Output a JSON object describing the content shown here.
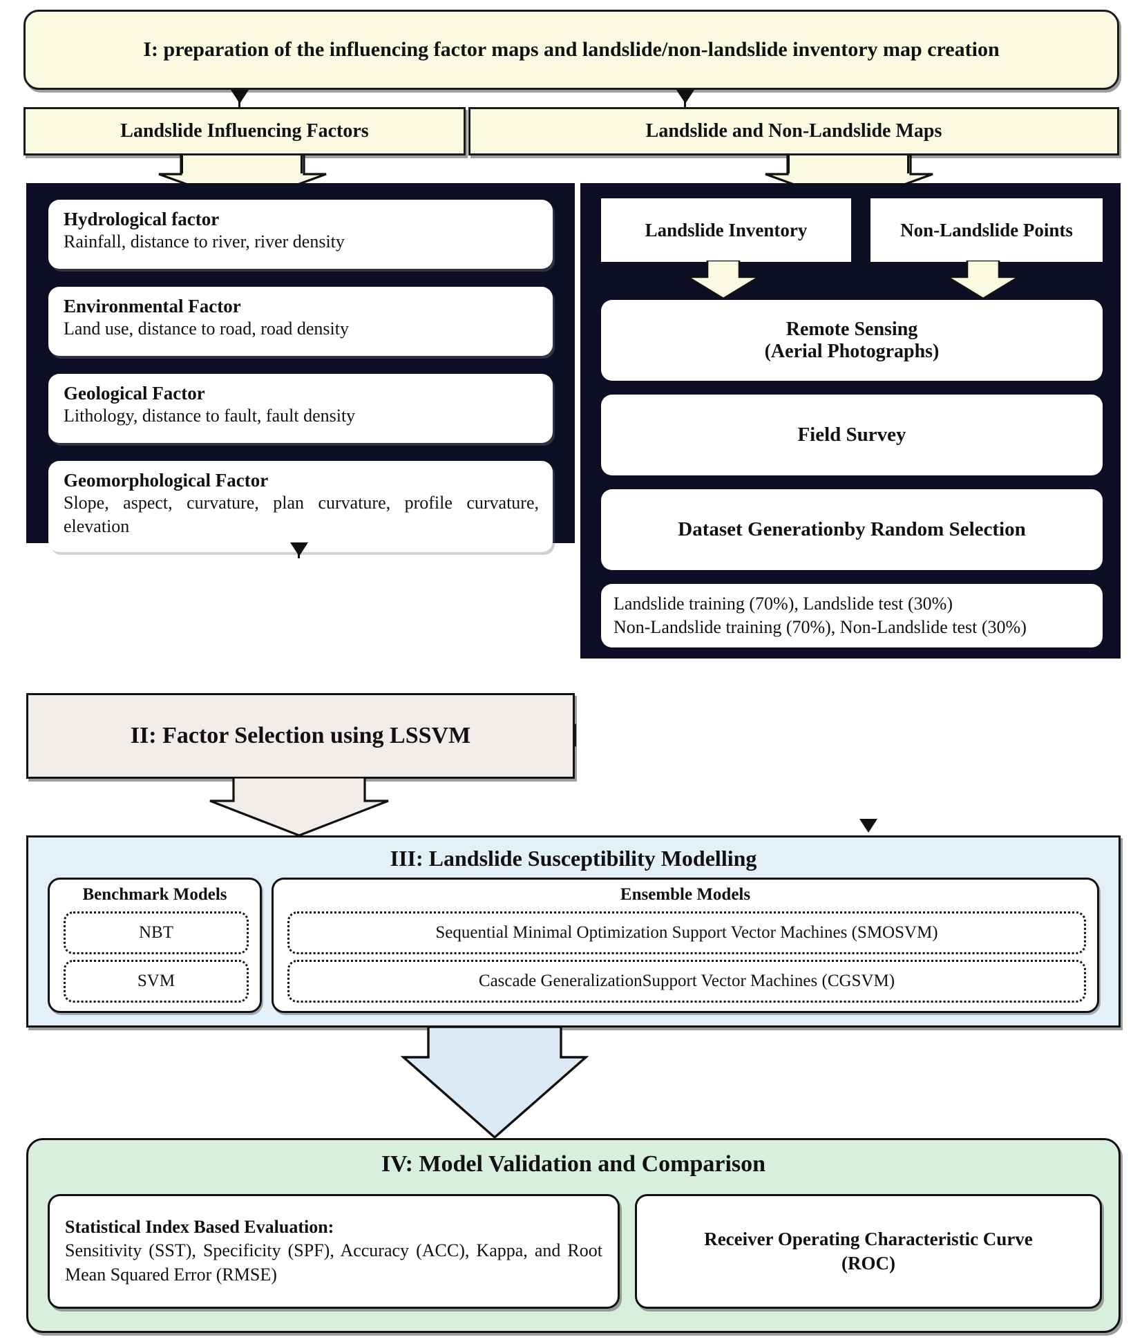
{
  "colors": {
    "stage1_fill": "#FAFAE3",
    "header_fill": "#FAFAE3",
    "panel_dark": "#0D0D24",
    "stage2_fill": "#F2ECEB",
    "stage3_fill": "#E3F0F8",
    "stage4_fill": "#D9EFDD",
    "card_white": "#FFFFFF",
    "line": "#111111"
  },
  "stage1": {
    "title": "I: preparation of the influencing factor maps and landslide/non-landslide inventory map creation"
  },
  "headers": {
    "left": "Landslide Influencing Factors",
    "right": "Landslide and Non-Landslide Maps"
  },
  "factors": [
    {
      "title": "Hydrological factor",
      "items": "Rainfall, distance to river, river density"
    },
    {
      "title": "Environmental Factor",
      "items": "Land use, distance to road, road density"
    },
    {
      "title": "Geological Factor",
      "items": "Lithology, distance to fault, fault density"
    },
    {
      "title": "Geomorphological Factor",
      "items": "Slope, aspect, curvature, plan curvature, profile curvature, elevation"
    }
  ],
  "maps": {
    "inventory": "Landslide Inventory",
    "nonlandslide": "Non-Landslide Points",
    "remote_sensing_line1": "Remote Sensing",
    "remote_sensing_line2": "(Aerial Photographs)",
    "field_survey": "Field Survey",
    "dataset_generation": "Dataset Generationby Random Selection",
    "split_line1": "Landslide training (70%), Landslide test (30%)",
    "split_line2": "Non-Landslide training (70%), Non-Landslide test (30%)"
  },
  "stage2": {
    "title": "II: Factor Selection using LSSVM"
  },
  "stage3": {
    "title": "III: Landslide Susceptibility Modelling",
    "benchmark": {
      "label": "Benchmark Models",
      "models": [
        "NBT",
        "SVM"
      ]
    },
    "ensemble": {
      "label": "Ensemble Models",
      "models": [
        "Sequential Minimal Optimization Support Vector Machines (SMOSVM)",
        "Cascade GeneralizationSupport Vector Machines (CGSVM)"
      ]
    }
  },
  "stage4": {
    "title": "IV: Model Validation and Comparison",
    "statistical": {
      "heading": "Statistical Index Based Evaluation:",
      "body": "Sensitivity (SST), Specificity (SPF), Accuracy (ACC), Kappa, and Root Mean Squared Error (RMSE)"
    },
    "roc_line1": "Receiver Operating Characteristic Curve",
    "roc_line2": "(ROC)"
  }
}
